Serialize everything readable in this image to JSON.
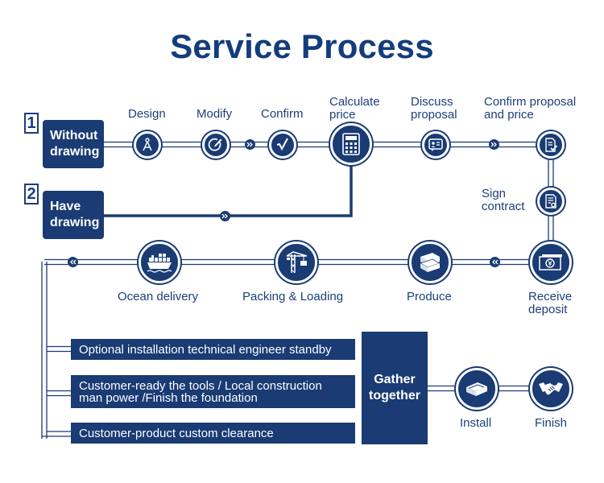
{
  "title": "Service Process",
  "row_numbers": [
    "1",
    "2"
  ],
  "start_options": {
    "without_drawing": "Without\ndrawing",
    "have_drawing": "Have\ndrawing"
  },
  "steps": {
    "design": "Design",
    "modify": "Modify",
    "confirm": "Confirm",
    "calculate_price": "Calculate\nprice",
    "discuss_proposal": "Discuss\nproposal",
    "confirm_proposal": "Confirm proposal\nand price",
    "sign_contract": "Sign\ncontract",
    "receive_deposit": "Receive\ndeposit",
    "produce": "Produce",
    "packing_loading": "Packing & Loading",
    "ocean_delivery": "Ocean delivery",
    "install": "Install",
    "finish": "Finish"
  },
  "prerequisites": [
    "Optional installation technical engineer standby",
    "Customer-ready the tools / Local construction\nman power /Finish the foundation",
    "Customer-product custom clearance"
  ],
  "gather": "Gather\ntogether",
  "icons": {
    "design": "compass-icon",
    "modify": "edit-icon",
    "confirm": "checkmark-icon",
    "calculate_price": "calculator-icon",
    "discuss_proposal": "chat-icon",
    "confirm_proposal": "document-check-icon",
    "sign_contract": "contract-icon",
    "receive_deposit": "money-icon",
    "produce": "steel-beams-icon",
    "packing_loading": "crane-icon",
    "ocean_delivery": "cargo-ship-icon",
    "install": "steel-beam-icon",
    "finish": "handshake-icon"
  },
  "colors": {
    "primary": "#1a3b73",
    "title": "#133d7c",
    "background": "#ffffff"
  }
}
